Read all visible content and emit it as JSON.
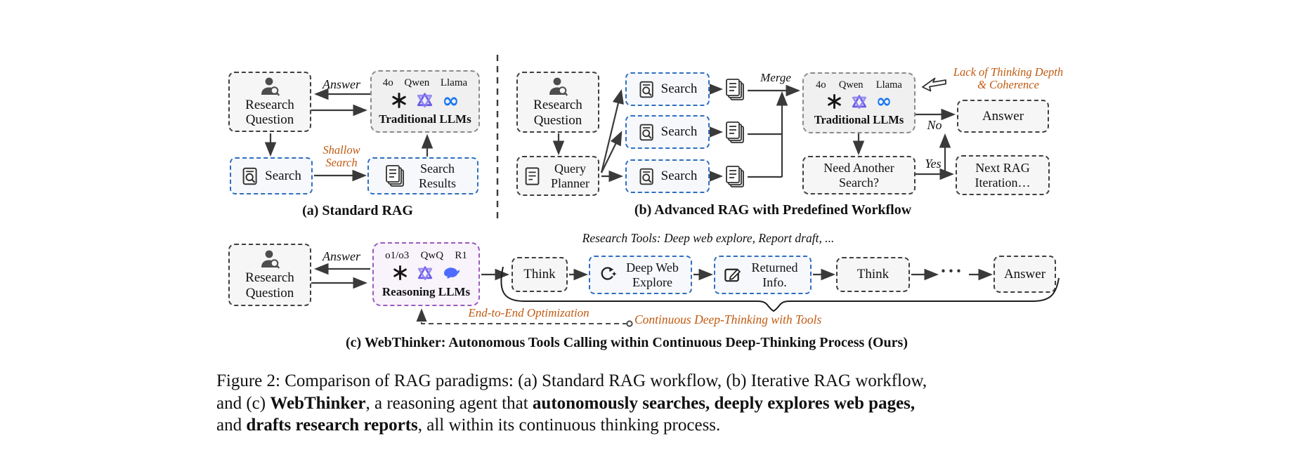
{
  "colors": {
    "annotation_orange": "#C05A11",
    "tool_box_border_blue": "#2E6FBE",
    "reasoning_box_border_purple": "#9A5BBF",
    "meta_icon_blue": "#1877F2",
    "qwen_icon_purple": "#6B5CE7",
    "deepseek_icon_blue": "#4D6BFE"
  },
  "panel_a": {
    "caption": "(a) Standard RAG",
    "research_question": "Research Question",
    "answer_label": "Answer",
    "shallow_search_label": "Shallow Search",
    "search_label": "Search",
    "search_results_label": "Search Results",
    "llms": {
      "models": [
        "4o",
        "Qwen",
        "Llama"
      ],
      "label": "Traditional LLMs"
    }
  },
  "panel_b": {
    "caption": "(b) Advanced RAG with Predefined Workflow",
    "research_question": "Research Question",
    "query_planner": "Query Planner",
    "search_labels": [
      "Search",
      "Search",
      "Search"
    ],
    "merge_label": "Merge",
    "llms": {
      "models": [
        "4o",
        "Qwen",
        "Llama"
      ],
      "label": "Traditional LLMs"
    },
    "critique_label": "Lack of Thinking Depth & Coherence",
    "answer_box": "Answer",
    "no_label": "No",
    "yes_label": "Yes",
    "need_another_search": "Need Another Search?",
    "next_rag_iteration": "Next RAG Iteration…"
  },
  "panel_c": {
    "caption": "(c) WebThinker: Autonomous Tools Calling within Continuous Deep-Thinking Process (Ours)",
    "research_question": "Research Question",
    "answer_label": "Answer",
    "llms": {
      "models": [
        "o1/o3",
        "QwQ",
        "R1"
      ],
      "label": "Reasoning LLMs"
    },
    "research_tools_label": "Research Tools: Deep web explore, Report draft, ...",
    "think_1": "Think",
    "deep_web_explore": "Deep Web Explore",
    "returned_info": "Returned Info.",
    "think_2": "Think",
    "ellipsis": "···",
    "answer_box": "Answer",
    "end_to_end_label": "End-to-End Optimization",
    "continuous_label": "Continuous Deep-Thinking with Tools"
  },
  "figure_caption": {
    "line1": {
      "s0": "Figure 2: Comparison of RAG paradigms: (a) Standard RAG workflow, (b) Iterative RAG workflow,"
    },
    "line2": {
      "s0": "and (c) ",
      "s1": "WebThinker",
      "s2": ", a reasoning agent that ",
      "s3": "autonomously searches, deeply explores web pages,"
    },
    "line3": {
      "s0": "and ",
      "s1": "drafts research reports",
      "s2": ", all within its continuous thinking process."
    }
  }
}
